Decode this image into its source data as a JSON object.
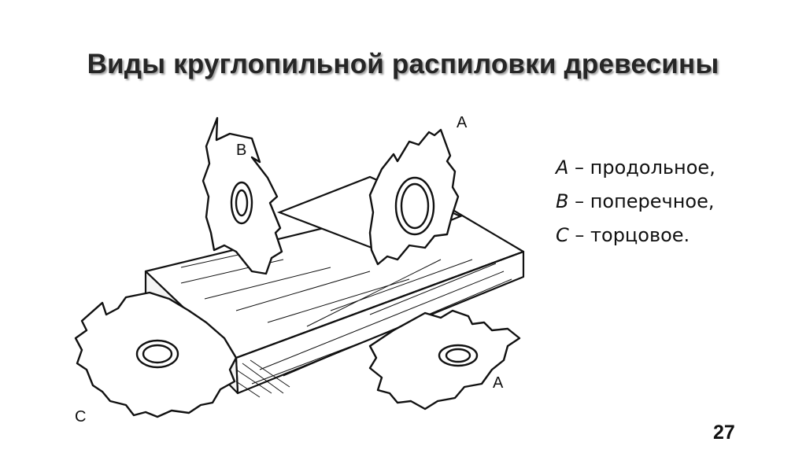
{
  "slide": {
    "title": "Виды круглопильной распиловки древесины",
    "legend": [
      {
        "letter": "A",
        "text": " – продольное,"
      },
      {
        "letter": "B",
        "text": " – поперечное,"
      },
      {
        "letter": "C",
        "text": " – торцовое."
      }
    ],
    "page_number": "27"
  },
  "figure": {
    "labels": {
      "b": "B",
      "a_top": "A",
      "a_bottom": "A",
      "c": "C"
    }
  }
}
